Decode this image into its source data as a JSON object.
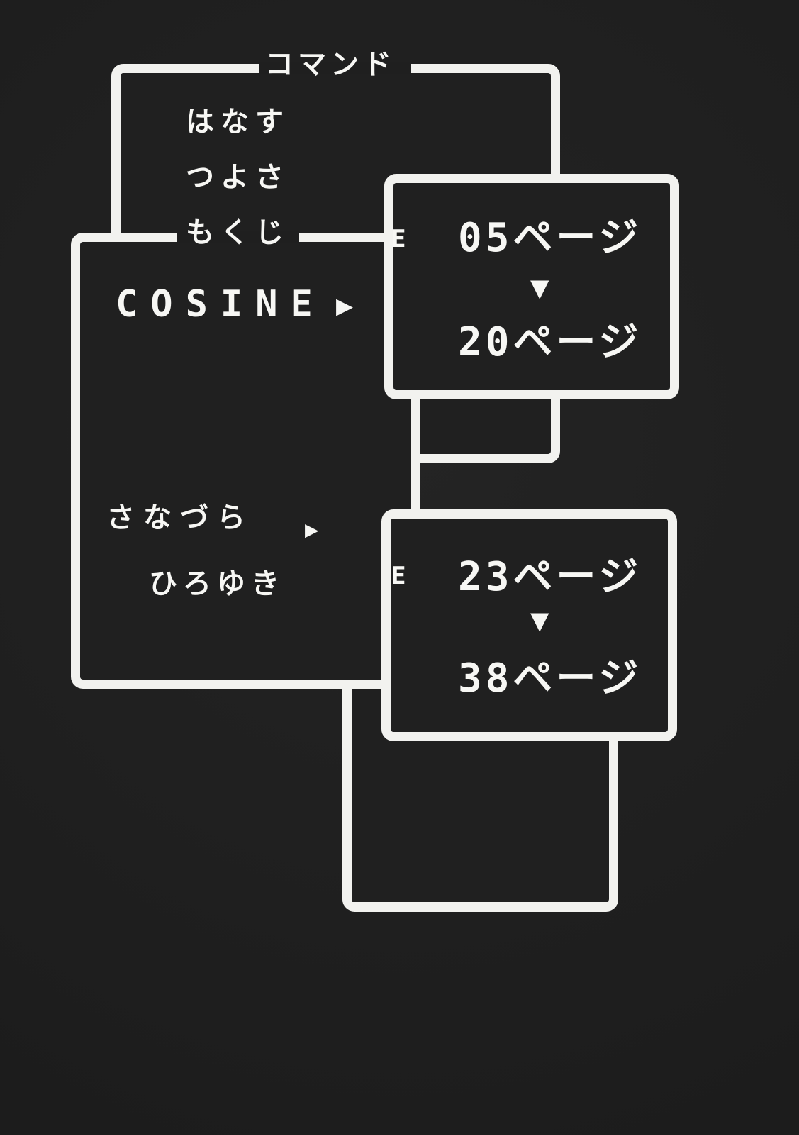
{
  "colors": {
    "background": "#1e1e1e",
    "window_border": "#f2f2ef",
    "text": "#f7f7f4"
  },
  "command_window": {
    "title": "コマンド",
    "items": [
      {
        "label": "はなす"
      },
      {
        "label": "つよさ"
      },
      {
        "label": "もくじ"
      }
    ]
  },
  "contents_window": {
    "circle_name": "COSINE",
    "circle_cursor": "▶",
    "author_line1": "さなづら",
    "author_cursor": "▶",
    "author_line2": "ひろゆき"
  },
  "page_windows": [
    {
      "marker": "E",
      "start_page": "05ページ",
      "arrow": "▼",
      "end_page": "20ページ"
    },
    {
      "marker": "E",
      "start_page": "23ページ",
      "arrow": "▼",
      "end_page": "38ページ"
    }
  ]
}
